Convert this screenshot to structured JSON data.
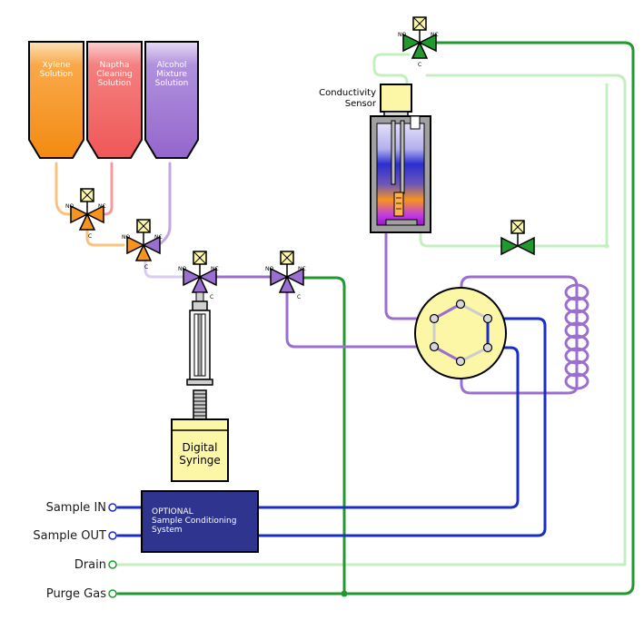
{
  "reservoirs": {
    "xylene": [
      "Xylene",
      "Solution"
    ],
    "naptha": [
      "Naptha",
      "Cleaning",
      "Solution"
    ],
    "alcohol": [
      "Alcohol",
      "Mixture",
      "Solution"
    ]
  },
  "sensor": [
    "Conductivity",
    "Sensor"
  ],
  "syringe": [
    "Digital",
    "Syringe"
  ],
  "conditioning": [
    "OPTIONAL",
    "Sample Conditioning",
    "System"
  ],
  "ports": {
    "sample_in": "Sample IN",
    "sample_out": "Sample OUT",
    "drain": "Drain",
    "purge_gas": "Purge Gas"
  },
  "valve_labels": {
    "no": "NO",
    "nc": "NC",
    "c": "C"
  },
  "colors": {
    "orange": "#f7941d",
    "red": "#f05a5a",
    "purple": "#9b6fcf",
    "green": "#1f9a2f",
    "light_green": "#c5efc0",
    "blue": "#1b2ec4",
    "navy": "#2f348f",
    "yellow": "#fbf7a6"
  }
}
